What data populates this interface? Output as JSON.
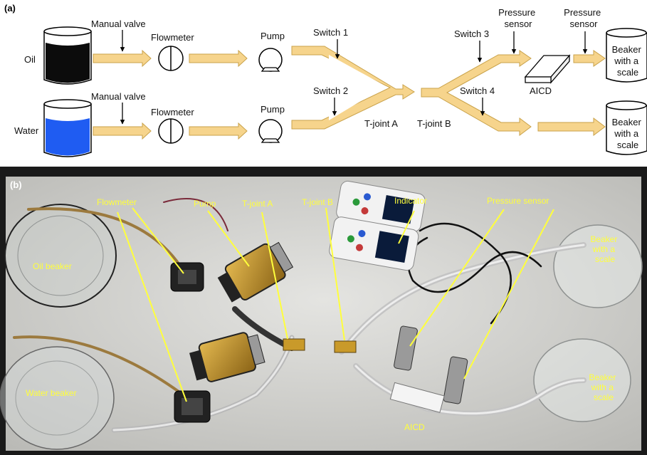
{
  "panel_a": {
    "tag": "(a)",
    "row_oil": {
      "source": "Oil",
      "valve": "Manual valve",
      "flowmeter": "Flowmeter",
      "pump": "Pump",
      "switch": "Switch 1"
    },
    "row_water": {
      "source": "Water",
      "valve": "Manual valve",
      "flowmeter": "Flowmeter",
      "pump": "Pump",
      "switch": "Switch 2"
    },
    "tjoint_a": "T-joint A",
    "tjoint_b": "T-joint B",
    "switch3": "Switch 3",
    "switch4": "Switch 4",
    "pressure_sensor_1": [
      "Pressure",
      "sensor"
    ],
    "pressure_sensor_2": [
      "Pressure",
      "sensor"
    ],
    "aicd": "AICD",
    "beaker_top": [
      "Beaker",
      "with a",
      "scale"
    ],
    "beaker_bottom": [
      "Beaker",
      "with a",
      "scale"
    ],
    "colors": {
      "pipe": "#f6d48c",
      "pipe_edge": "#c9a24a",
      "oil": "#0c0c0c",
      "water": "#1f5cf2"
    }
  },
  "panel_b": {
    "tag": "(b)",
    "labels": {
      "flowmeter": "Flowmeter",
      "pump": "Pump",
      "tjoint_a": "T-joint A",
      "tjoint_b": "T-joint B",
      "indicator": "Indicator",
      "pressure_sensor": "Pressure sensor",
      "oil_beaker": "Oil beaker",
      "water_beaker": "Water beaker",
      "beaker_top": [
        "Beaker",
        "with a",
        "scale"
      ],
      "beaker_bottom": [
        "Beaker",
        "with a",
        "scale"
      ],
      "aicd": "AICD"
    },
    "colors": {
      "label": "#ffff3c",
      "board": "#d9d9d6"
    }
  }
}
